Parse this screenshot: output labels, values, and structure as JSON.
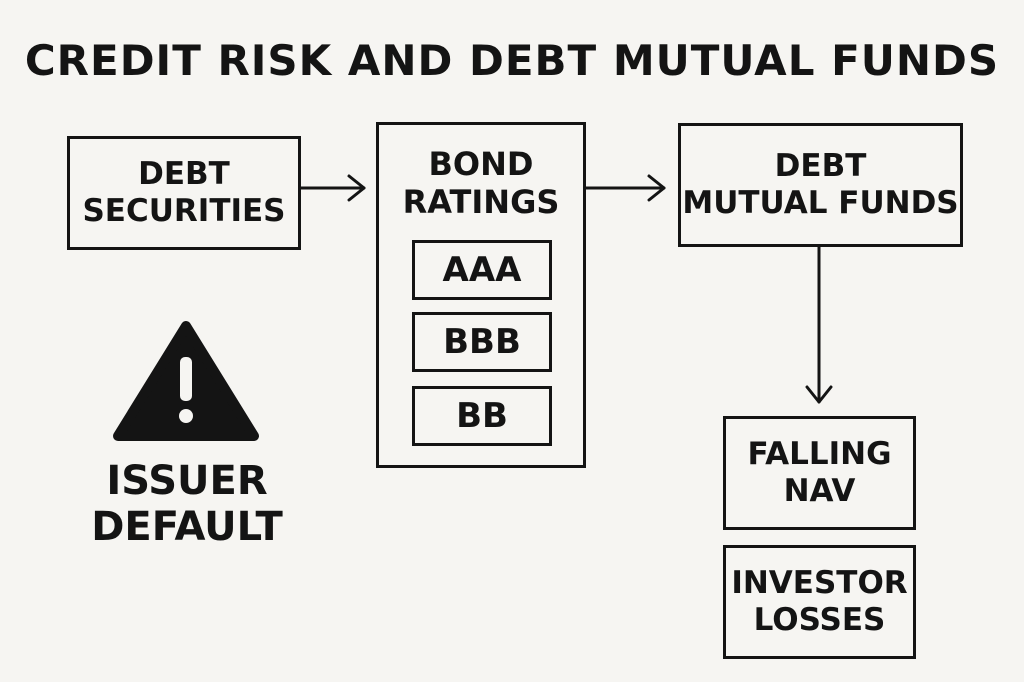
{
  "title": "CREDIT RISK AND DEBT MUTUAL FUNDS",
  "nodes": {
    "debt_securities": [
      "DEBT",
      "SECURITIES"
    ],
    "bond_ratings": {
      "title": [
        "BOND",
        "RATINGS"
      ],
      "ratings": [
        "AAA",
        "BBB",
        "BB"
      ]
    },
    "debt_mutual_funds": [
      "DEBT",
      "MUTUAL FUNDS"
    ],
    "falling_nav": [
      "FALLING",
      "NAV"
    ],
    "investor_losses": [
      "INVESTOR",
      "LOSSES"
    ]
  },
  "issuer_default": {
    "icon": "warning-icon",
    "label": [
      "ISSUER",
      "DEFAULT"
    ]
  },
  "colors": {
    "background": "#f6f5f2",
    "ink": "#141414"
  }
}
